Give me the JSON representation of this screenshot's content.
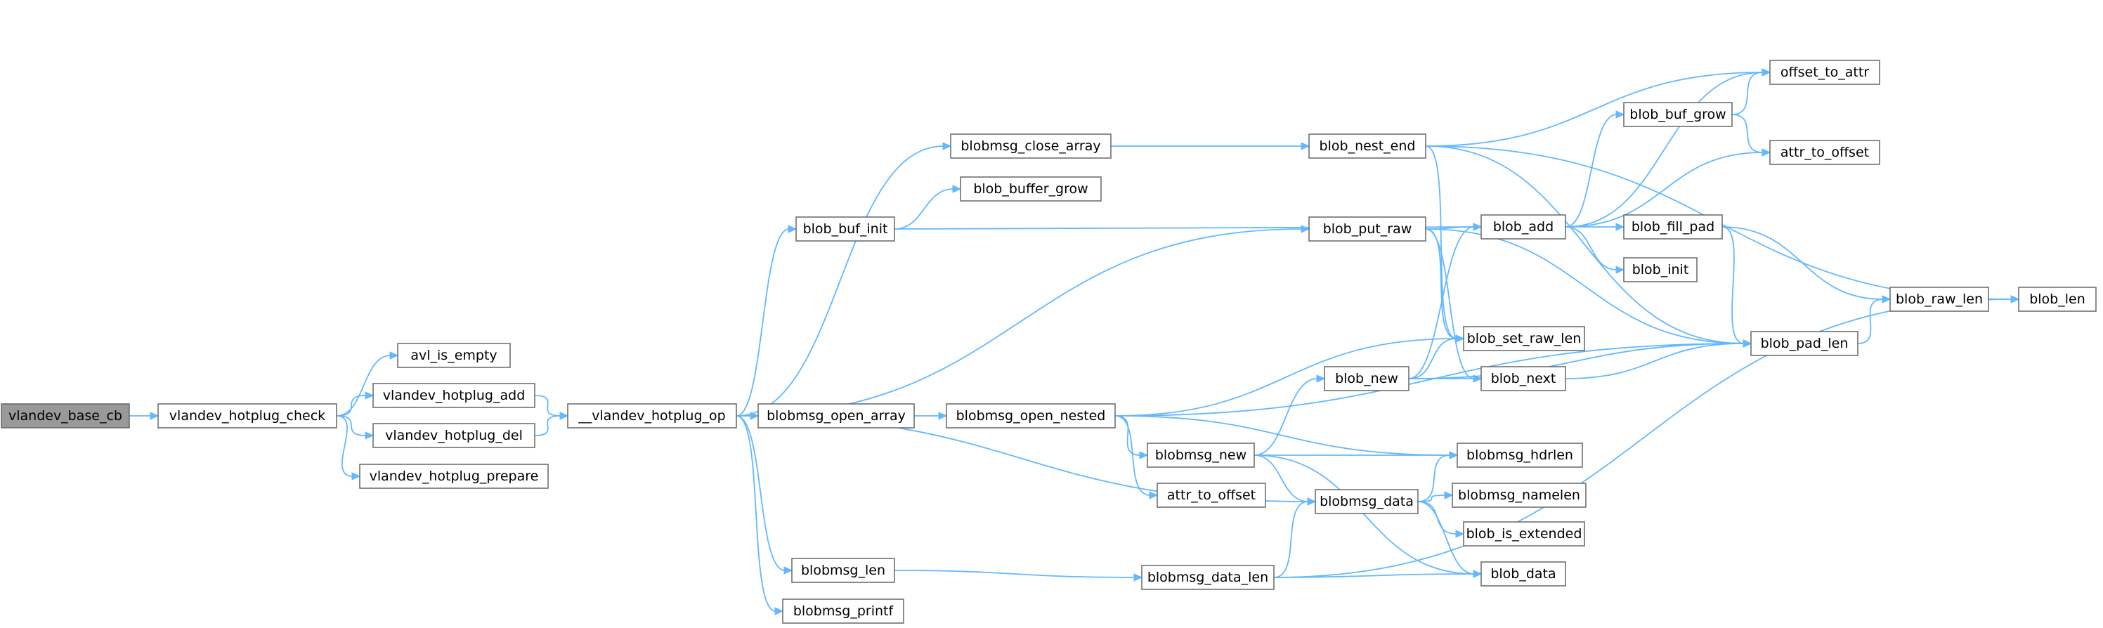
{
  "nodes": [
    {
      "id": "vlandev_base_cb",
      "label": "vlandev_base_cb",
      "root": true
    },
    {
      "id": "vlandev_hotplug_check",
      "label": "vlandev_hotplug_check"
    },
    {
      "id": "avl_is_empty",
      "label": "avl_is_empty"
    },
    {
      "id": "vlandev_hotplug_add",
      "label": "vlandev_hotplug_add"
    },
    {
      "id": "vlandev_hotplug_del",
      "label": "vlandev_hotplug_del"
    },
    {
      "id": "vlandev_hotplug_prepare",
      "label": "vlandev_hotplug_prepare"
    },
    {
      "id": "__vlandev_hotplug_op",
      "label": "__vlandev_hotplug_op"
    },
    {
      "id": "blobmsg_close_array",
      "label": "blobmsg_close_array"
    },
    {
      "id": "blob_buffer_grow",
      "label": "blob_buffer_grow"
    },
    {
      "id": "blob_buf_init",
      "label": "blob_buf_init"
    },
    {
      "id": "blob_put_raw",
      "label": "blob_put_raw"
    },
    {
      "id": "blobmsg_open_array",
      "label": "blobmsg_open_array"
    },
    {
      "id": "blobmsg_open_nested",
      "label": "blobmsg_open_nested"
    },
    {
      "id": "blobmsg_len",
      "label": "blobmsg_len"
    },
    {
      "id": "blobmsg_printf",
      "label": "blobmsg_printf"
    },
    {
      "id": "blob_nest_end",
      "label": "blob_nest_end"
    },
    {
      "id": "blob_add",
      "label": "blob_add"
    },
    {
      "id": "blob_set_raw_len",
      "label": "blob_set_raw_len"
    },
    {
      "id": "blob_new",
      "label": "blob_new"
    },
    {
      "id": "blobmsg_new",
      "label": "blobmsg_new"
    },
    {
      "id": "attr_to_offset_1",
      "label": "attr_to_offset"
    },
    {
      "id": "blobmsg_data",
      "label": "blobmsg_data"
    },
    {
      "id": "blobmsg_data_len",
      "label": "blobmsg_data_len"
    },
    {
      "id": "blob_buf_grow",
      "label": "blob_buf_grow"
    },
    {
      "id": "blob_fill_pad",
      "label": "blob_fill_pad"
    },
    {
      "id": "blob_init",
      "label": "blob_init"
    },
    {
      "id": "blob_pad_len",
      "label": "blob_pad_len"
    },
    {
      "id": "blob_next",
      "label": "blob_next"
    },
    {
      "id": "blobmsg_hdrlen",
      "label": "blobmsg_hdrlen"
    },
    {
      "id": "blobmsg_namelen",
      "label": "blobmsg_namelen"
    },
    {
      "id": "blob_is_extended",
      "label": "blob_is_extended"
    },
    {
      "id": "blob_data",
      "label": "blob_data"
    },
    {
      "id": "offset_to_attr",
      "label": "offset_to_attr"
    },
    {
      "id": "attr_to_offset_2",
      "label": "attr_to_offset"
    },
    {
      "id": "blob_raw_len",
      "label": "blob_raw_len"
    },
    {
      "id": "blob_len",
      "label": "blob_len"
    }
  ],
  "edges": [
    [
      "vlandev_base_cb",
      "vlandev_hotplug_check"
    ],
    [
      "vlandev_hotplug_check",
      "avl_is_empty"
    ],
    [
      "vlandev_hotplug_check",
      "vlandev_hotplug_add"
    ],
    [
      "vlandev_hotplug_check",
      "vlandev_hotplug_del"
    ],
    [
      "vlandev_hotplug_check",
      "vlandev_hotplug_prepare"
    ],
    [
      "vlandev_hotplug_add",
      "__vlandev_hotplug_op"
    ],
    [
      "vlandev_hotplug_del",
      "__vlandev_hotplug_op"
    ],
    [
      "__vlandev_hotplug_op",
      "blobmsg_close_array"
    ],
    [
      "__vlandev_hotplug_op",
      "blob_buf_init"
    ],
    [
      "__vlandev_hotplug_op",
      "blob_put_raw"
    ],
    [
      "__vlandev_hotplug_op",
      "blobmsg_open_array"
    ],
    [
      "__vlandev_hotplug_op",
      "blobmsg_data"
    ],
    [
      "__vlandev_hotplug_op",
      "blobmsg_len"
    ],
    [
      "__vlandev_hotplug_op",
      "blobmsg_printf"
    ],
    [
      "blobmsg_close_array",
      "blob_nest_end"
    ],
    [
      "blob_buf_init",
      "blob_buffer_grow"
    ],
    [
      "blob_buf_init",
      "blob_add"
    ],
    [
      "blob_put_raw",
      "blob_add"
    ],
    [
      "blob_put_raw",
      "blob_set_raw_len"
    ],
    [
      "blob_put_raw",
      "blob_pad_len"
    ],
    [
      "blob_put_raw",
      "blob_next"
    ],
    [
      "blobmsg_open_array",
      "blobmsg_open_nested"
    ],
    [
      "blobmsg_open_nested",
      "blob_set_raw_len"
    ],
    [
      "blobmsg_open_nested",
      "blob_pad_len"
    ],
    [
      "blobmsg_open_nested",
      "blobmsg_new"
    ],
    [
      "blobmsg_open_nested",
      "attr_to_offset_1"
    ],
    [
      "blobmsg_open_nested",
      "blobmsg_hdrlen"
    ],
    [
      "blobmsg_len",
      "blobmsg_data_len"
    ],
    [
      "blob_nest_end",
      "offset_to_attr"
    ],
    [
      "blob_nest_end",
      "blob_len"
    ],
    [
      "blob_nest_end",
      "blob_set_raw_len"
    ],
    [
      "blob_nest_end",
      "blob_pad_len"
    ],
    [
      "blob_add",
      "blob_buf_grow"
    ],
    [
      "blob_add",
      "offset_to_attr"
    ],
    [
      "blob_add",
      "attr_to_offset_2"
    ],
    [
      "blob_add",
      "blob_fill_pad"
    ],
    [
      "blob_add",
      "blob_init"
    ],
    [
      "blob_new",
      "blob_add"
    ],
    [
      "blob_new",
      "blob_set_raw_len"
    ],
    [
      "blob_new",
      "blob_next"
    ],
    [
      "blob_new",
      "blob_pad_len"
    ],
    [
      "blobmsg_new",
      "blob_new"
    ],
    [
      "blobmsg_new",
      "blobmsg_hdrlen"
    ],
    [
      "blobmsg_new",
      "blobmsg_data"
    ],
    [
      "blobmsg_new",
      "blob_data"
    ],
    [
      "blobmsg_data",
      "blobmsg_hdrlen"
    ],
    [
      "blobmsg_data",
      "blobmsg_namelen"
    ],
    [
      "blobmsg_data",
      "blob_is_extended"
    ],
    [
      "blobmsg_data",
      "blob_data"
    ],
    [
      "blobmsg_data_len",
      "blobmsg_data"
    ],
    [
      "blobmsg_data_len",
      "blob_data"
    ],
    [
      "blobmsg_data_len",
      "blob_len"
    ],
    [
      "blob_buf_grow",
      "offset_to_attr"
    ],
    [
      "blob_buf_grow",
      "attr_to_offset_2"
    ],
    [
      "blob_fill_pad",
      "blob_pad_len"
    ],
    [
      "blob_fill_pad",
      "blob_raw_len"
    ],
    [
      "blob_next",
      "blob_pad_len"
    ],
    [
      "blob_pad_len",
      "blob_raw_len"
    ],
    [
      "blob_raw_len",
      "blob_len"
    ]
  ]
}
